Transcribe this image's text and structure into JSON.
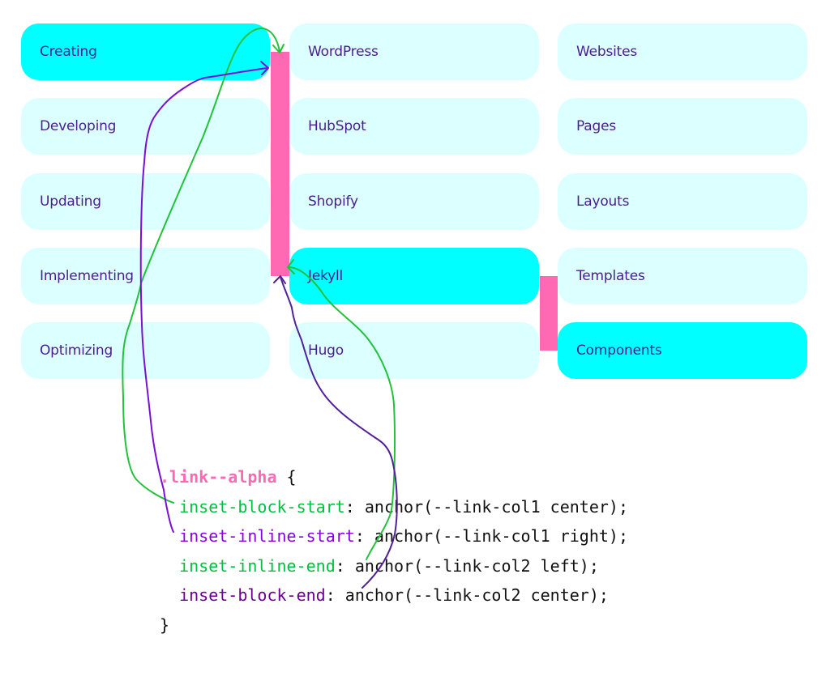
{
  "colors": {
    "tile_bg": "#dcffff",
    "tile_active_bg": "#00ffff",
    "tile_text": "#4a1d8f",
    "link_bar": "#ff69b4",
    "annotation_green": "#22c33a",
    "annotation_purple": "#7a10d8",
    "annotation_dark_purple": "#50209a"
  },
  "columns": [
    {
      "items": [
        {
          "label": "Creating",
          "active": true
        },
        {
          "label": "Developing",
          "active": false
        },
        {
          "label": "Updating",
          "active": false
        },
        {
          "label": "Implementing",
          "active": false
        },
        {
          "label": "Optimizing",
          "active": false
        }
      ]
    },
    {
      "items": [
        {
          "label": "WordPress",
          "active": false
        },
        {
          "label": "HubSpot",
          "active": false
        },
        {
          "label": "Shopify",
          "active": false
        },
        {
          "label": "Jekyll",
          "active": true
        },
        {
          "label": "Hugo",
          "active": false
        }
      ]
    },
    {
      "items": [
        {
          "label": "Websites",
          "active": false
        },
        {
          "label": "Pages",
          "active": false
        },
        {
          "label": "Layouts",
          "active": false
        },
        {
          "label": "Templates",
          "active": false
        },
        {
          "label": "Components",
          "active": true
        }
      ]
    }
  ],
  "code": {
    "selector": ".link--alpha",
    "open_brace": " {",
    "close_brace": "}",
    "declarations": [
      {
        "property": "inset-block-start",
        "value": ": anchor(--link-col1 center);"
      },
      {
        "property": "inset-inline-start",
        "value": ": anchor(--link-col1 right);"
      },
      {
        "property": "inset-inline-end",
        "value": ": anchor(--link-col2 left);"
      },
      {
        "property": "inset-block-end",
        "value": ": anchor(--link-col2 center);"
      }
    ]
  }
}
